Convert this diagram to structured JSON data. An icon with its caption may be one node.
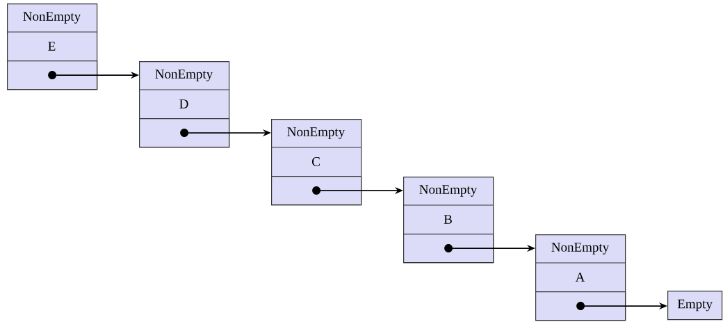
{
  "diagram": {
    "nodes": [
      {
        "text": [
          "NonEmpty",
          "E"
        ]
      },
      {
        "text": [],
        "shape": "box",
        "in": 0
      },
      {
        "text": [
          "NonEmpty",
          "D"
        ]
      },
      {
        "text": [],
        "shape": "box",
        "in": 2
      },
      {
        "text": [
          "NonEmpty",
          "C"
        ]
      },
      {
        "text": [],
        "shape": "box",
        "in": 4
      },
      {
        "text": [
          "NonEmpty",
          "B"
        ]
      },
      {
        "text": [],
        "shape": "box",
        "in": 6
      },
      {
        "text": [
          "NonEmpty",
          "A"
        ]
      },
      {
        "text": [],
        "shape": "box",
        "in": 8
      },
      {
        "text": [
          "Empty"
        ]
      }
    ],
    "edges": [
      {
        "from": 1,
        "to": 2,
        "arrow": "to"
      },
      {
        "from": 3,
        "to": 4,
        "arrow": "to"
      },
      {
        "from": 5,
        "to": 6,
        "arrow": "to"
      },
      {
        "from": 7,
        "to": 8,
        "arrow": "to"
      },
      {
        "from": 9,
        "to": 10,
        "arrow": "to"
      }
    ]
  }
}
